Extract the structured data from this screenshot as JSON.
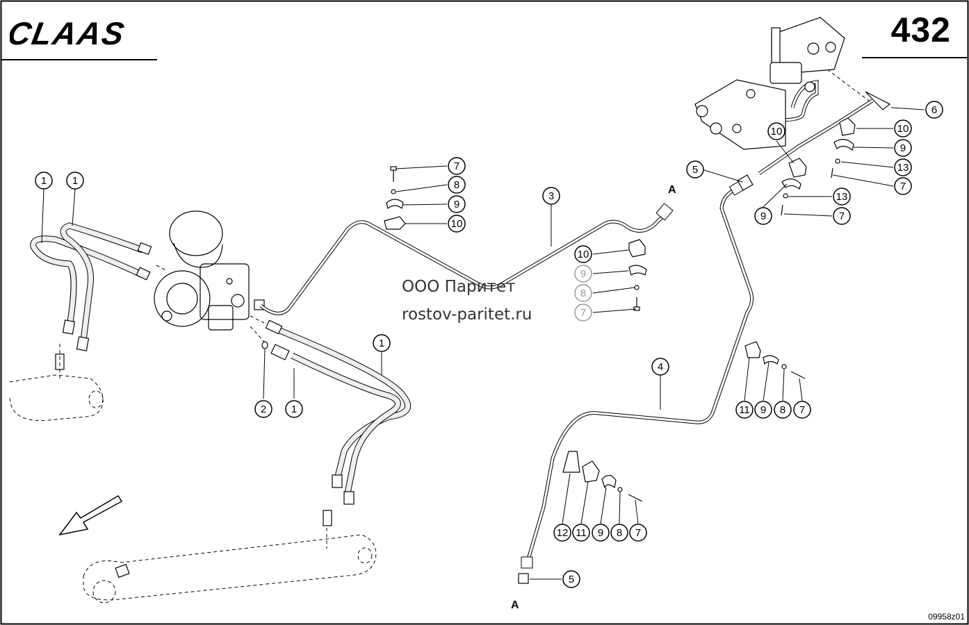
{
  "header": {
    "brand": "CLAAS",
    "page_number": "432"
  },
  "footer": {
    "drawing_id": "09958z01"
  },
  "watermark": {
    "line1": "ООО Паритет",
    "line2": "rostov-paritet.ru"
  },
  "callouts": [
    {
      "id": "c1a",
      "label": "1"
    },
    {
      "id": "c1b",
      "label": "1"
    },
    {
      "id": "c1c",
      "label": "1"
    },
    {
      "id": "c1d",
      "label": "1"
    },
    {
      "id": "c2",
      "label": "2"
    },
    {
      "id": "c3",
      "label": "3"
    },
    {
      "id": "c4",
      "label": "4"
    },
    {
      "id": "c5a",
      "label": "5"
    },
    {
      "id": "c5b",
      "label": "5"
    },
    {
      "id": "c6",
      "label": "6"
    },
    {
      "id": "c7a",
      "label": "7"
    },
    {
      "id": "c8a",
      "label": "8"
    },
    {
      "id": "c9a",
      "label": "9"
    },
    {
      "id": "c10a",
      "label": "10"
    },
    {
      "id": "c10b",
      "label": "10"
    },
    {
      "id": "c9b",
      "label": "9"
    },
    {
      "id": "c8b",
      "label": "8"
    },
    {
      "id": "c7b",
      "label": "7"
    },
    {
      "id": "c10c",
      "label": "10"
    },
    {
      "id": "c9c",
      "label": "9"
    },
    {
      "id": "c13a",
      "label": "13"
    },
    {
      "id": "c7c",
      "label": "7"
    },
    {
      "id": "c10d",
      "label": "10"
    },
    {
      "id": "c9d",
      "label": "9"
    },
    {
      "id": "c13b",
      "label": "13"
    },
    {
      "id": "c7d",
      "label": "7"
    },
    {
      "id": "c11a",
      "label": "11"
    },
    {
      "id": "c9e",
      "label": "9"
    },
    {
      "id": "c8c",
      "label": "8"
    },
    {
      "id": "c7e",
      "label": "7"
    },
    {
      "id": "c12",
      "label": "12"
    },
    {
      "id": "c11b",
      "label": "11"
    },
    {
      "id": "c9f",
      "label": "9"
    },
    {
      "id": "c8d",
      "label": "8"
    },
    {
      "id": "c7f",
      "label": "7"
    }
  ],
  "section_marks": {
    "a_top": "A",
    "a_bottom": "A"
  }
}
